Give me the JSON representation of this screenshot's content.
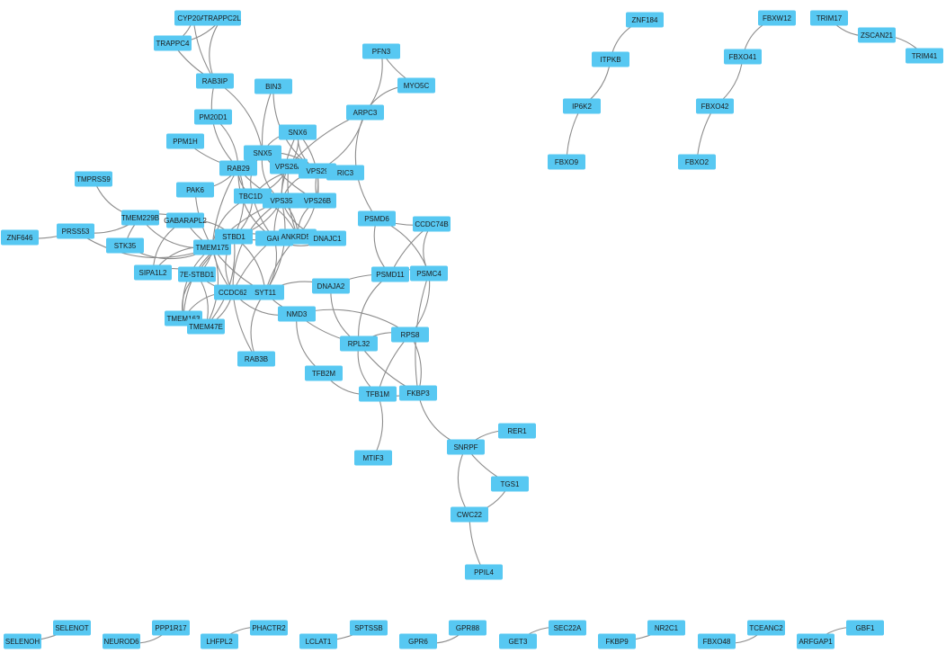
{
  "colors": {
    "node": "#57c8f2",
    "edge": "#8c8c8c",
    "label": "#1a1a1a"
  },
  "nodes": [
    {
      "id": "CYP20A1",
      "label": "CYP20A1"
    },
    {
      "id": "TRAPPC2L",
      "label": "TRAPPC2L"
    },
    {
      "id": "TRAPPC4",
      "label": "TRAPPC4"
    },
    {
      "id": "RAB3IP",
      "label": "RAB3IP"
    },
    {
      "id": "BIN3",
      "label": "BIN3"
    },
    {
      "id": "PFN3",
      "label": "PFN3"
    },
    {
      "id": "MYO5C",
      "label": "MYO5C"
    },
    {
      "id": "ARPC3",
      "label": "ARPC3"
    },
    {
      "id": "PM20D1",
      "label": "PM20D1"
    },
    {
      "id": "SNX6",
      "label": "SNX6"
    },
    {
      "id": "PPM1H",
      "label": "PPM1H"
    },
    {
      "id": "SNX5",
      "label": "SNX5"
    },
    {
      "id": "VPS26A",
      "label": "VPS26A"
    },
    {
      "id": "RAB29",
      "label": "RAB29"
    },
    {
      "id": "VPS29",
      "label": "VPS29"
    },
    {
      "id": "RIC3",
      "label": "RIC3"
    },
    {
      "id": "TMPRSS9",
      "label": "TMPRSS9"
    },
    {
      "id": "PAK6",
      "label": "PAK6"
    },
    {
      "id": "TBC1D5",
      "label": "TBC1D5"
    },
    {
      "id": "VPS35",
      "label": "VPS35"
    },
    {
      "id": "VPS26B",
      "label": "VPS26B"
    },
    {
      "id": "TMEM229B",
      "label": "TMEM229B"
    },
    {
      "id": "GABARAPL2",
      "label": "GABARAPL2"
    },
    {
      "id": "PSMD6",
      "label": "PSMD6"
    },
    {
      "id": "CCDC74B",
      "label": "CCDC74B"
    },
    {
      "id": "ZNF646",
      "label": "ZNF646"
    },
    {
      "id": "PRSS53",
      "label": "PRSS53"
    },
    {
      "id": "STBD1",
      "label": "STBD1"
    },
    {
      "id": "GAK",
      "label": "GAK"
    },
    {
      "id": "ANKRD50",
      "label": "ANKRD50"
    },
    {
      "id": "DNAJC1",
      "label": "DNAJC1"
    },
    {
      "id": "STK35",
      "label": "STK35"
    },
    {
      "id": "TMEM175",
      "label": "TMEM175"
    },
    {
      "id": "SIPA1L2",
      "label": "SIPA1L2"
    },
    {
      "id": "TE-STBD1",
      "label": "7E-STBD1"
    },
    {
      "id": "PSMD11",
      "label": "PSMD11"
    },
    {
      "id": "PSMC4",
      "label": "PSMC4"
    },
    {
      "id": "DNAJA2",
      "label": "DNAJA2"
    },
    {
      "id": "CCDC62",
      "label": "CCDC62"
    },
    {
      "id": "SYT11",
      "label": "SYT11"
    },
    {
      "id": "TMEM163",
      "label": "TMEM163"
    },
    {
      "id": "NMD3",
      "label": "NMD3"
    },
    {
      "id": "TMEM47E",
      "label": "TMEM47E"
    },
    {
      "id": "RPS8",
      "label": "RPS8"
    },
    {
      "id": "RPL32",
      "label": "RPL32"
    },
    {
      "id": "RAB3B",
      "label": "RAB3B"
    },
    {
      "id": "TFB2M",
      "label": "TFB2M"
    },
    {
      "id": "TFB1M",
      "label": "TFB1M"
    },
    {
      "id": "FKBP3",
      "label": "FKBP3"
    },
    {
      "id": "RER1",
      "label": "RER1"
    },
    {
      "id": "SNRPF",
      "label": "SNRPF"
    },
    {
      "id": "MTIF3",
      "label": "MTIF3"
    },
    {
      "id": "TGS1",
      "label": "TGS1"
    },
    {
      "id": "CWC22",
      "label": "CWC22"
    },
    {
      "id": "PPIL4",
      "label": "PPIL4"
    },
    {
      "id": "ZNF184",
      "label": "ZNF184"
    },
    {
      "id": "ITPKB",
      "label": "ITPKB"
    },
    {
      "id": "IP6K2",
      "label": "IP6K2"
    },
    {
      "id": "FBXO9",
      "label": "FBXO9"
    },
    {
      "id": "FBXW12",
      "label": "FBXW12"
    },
    {
      "id": "FBXO41",
      "label": "FBXO41"
    },
    {
      "id": "FBXO42",
      "label": "FBXO42"
    },
    {
      "id": "FBXO2",
      "label": "FBXO2"
    },
    {
      "id": "TRIM17",
      "label": "TRIM17"
    },
    {
      "id": "ZSCAN21",
      "label": "ZSCAN21"
    },
    {
      "id": "TRIM41",
      "label": "TRIM41"
    },
    {
      "id": "SELENOH",
      "label": "SELENOH"
    },
    {
      "id": "SELENOT",
      "label": "SELENOT"
    },
    {
      "id": "NEUROD6",
      "label": "NEUROD6"
    },
    {
      "id": "PPP1R17",
      "label": "PPP1R17"
    },
    {
      "id": "LHFPL2",
      "label": "LHFPL2"
    },
    {
      "id": "PHACTR2",
      "label": "PHACTR2"
    },
    {
      "id": "LCLAT1",
      "label": "LCLAT1"
    },
    {
      "id": "SPTSSB",
      "label": "SPTSSB"
    },
    {
      "id": "GPR6",
      "label": "GPR6"
    },
    {
      "id": "GPR88",
      "label": "GPR88"
    },
    {
      "id": "GET3",
      "label": "GET3"
    },
    {
      "id": "SEC22A",
      "label": "SEC22A"
    },
    {
      "id": "FKBP9",
      "label": "FKBP9"
    },
    {
      "id": "NR2C1",
      "label": "NR2C1"
    },
    {
      "id": "FBXO48",
      "label": "FBXO48"
    },
    {
      "id": "TCEANC2",
      "label": "TCEANC2"
    },
    {
      "id": "ARFGAP1",
      "label": "ARFGAP1"
    },
    {
      "id": "GBF1",
      "label": "GBF1"
    }
  ],
  "edges": [
    [
      "CYP20A1",
      "TRAPPC2L"
    ],
    [
      "CYP20A1",
      "TRAPPC4"
    ],
    [
      "CYP20A1",
      "RAB3IP"
    ],
    [
      "TRAPPC2L",
      "RAB3IP"
    ],
    [
      "TRAPPC2L",
      "TRAPPC4"
    ],
    [
      "TRAPPC4",
      "RAB3IP"
    ],
    [
      "RAB3IP",
      "RAB29"
    ],
    [
      "RAB3IP",
      "SNX5"
    ],
    [
      "BIN3",
      "SNX5"
    ],
    [
      "BIN3",
      "VPS29"
    ],
    [
      "PFN3",
      "ARPC3"
    ],
    [
      "PFN3",
      "MYO5C"
    ],
    [
      "MYO5C",
      "ARPC3"
    ],
    [
      "ARPC3",
      "VPS29"
    ],
    [
      "ARPC3",
      "VPS26A"
    ],
    [
      "ARPC3",
      "PSMD6"
    ],
    [
      "PM20D1",
      "RAB29"
    ],
    [
      "PPM1H",
      "RAB29"
    ],
    [
      "SNX6",
      "SNX5"
    ],
    [
      "SNX6",
      "VPS26A"
    ],
    [
      "SNX6",
      "VPS35"
    ],
    [
      "SNX6",
      "VPS29"
    ],
    [
      "SNX6",
      "VPS26B"
    ],
    [
      "SNX5",
      "VPS26A"
    ],
    [
      "SNX5",
      "VPS35"
    ],
    [
      "SNX5",
      "VPS29"
    ],
    [
      "SNX5",
      "VPS26B"
    ],
    [
      "SNX5",
      "TBC1D5"
    ],
    [
      "RAB29",
      "SNX5"
    ],
    [
      "RAB29",
      "VPS35"
    ],
    [
      "RAB29",
      "TBC1D5"
    ],
    [
      "RAB29",
      "STBD1"
    ],
    [
      "RAB29",
      "TMEM175"
    ],
    [
      "RAB29",
      "GAK"
    ],
    [
      "RAB29",
      "PAK6"
    ],
    [
      "VPS26A",
      "VPS35"
    ],
    [
      "VPS26A",
      "VPS29"
    ],
    [
      "VPS26A",
      "TBC1D5"
    ],
    [
      "VPS26A",
      "ANKRD50"
    ],
    [
      "VPS29",
      "VPS35"
    ],
    [
      "VPS29",
      "RIC3"
    ],
    [
      "VPS29",
      "VPS26B"
    ],
    [
      "VPS29",
      "TBC1D5"
    ],
    [
      "VPS29",
      "ANKRD50"
    ],
    [
      "VPS35",
      "VPS26B"
    ],
    [
      "VPS35",
      "TBC1D5"
    ],
    [
      "VPS35",
      "ANKRD50"
    ],
    [
      "VPS35",
      "GAK"
    ],
    [
      "VPS35",
      "DNAJC1"
    ],
    [
      "VPS35",
      "STBD1"
    ],
    [
      "VPS35",
      "TMEM175"
    ],
    [
      "VPS35",
      "CCDC62"
    ],
    [
      "VPS35",
      "SYT11"
    ],
    [
      "VPS26B",
      "TBC1D5"
    ],
    [
      "VPS26B",
      "ANKRD50"
    ],
    [
      "TBC1D5",
      "STBD1"
    ],
    [
      "TBC1D5",
      "GAK"
    ],
    [
      "TBC1D5",
      "TMEM175"
    ],
    [
      "TBC1D5",
      "ANKRD50"
    ],
    [
      "PAK6",
      "TMEM175"
    ],
    [
      "TMPRSS9",
      "TMEM229B"
    ],
    [
      "TMEM229B",
      "PRSS53"
    ],
    [
      "TMEM229B",
      "STK35"
    ],
    [
      "TMEM229B",
      "TMEM175"
    ],
    [
      "TMEM229B",
      "GABARAPL2"
    ],
    [
      "ZNF646",
      "PRSS53"
    ],
    [
      "PRSS53",
      "TMEM175"
    ],
    [
      "GABARAPL2",
      "STBD1"
    ],
    [
      "GABARAPL2",
      "TMEM175"
    ],
    [
      "GABARAPL2",
      "SIPA1L2"
    ],
    [
      "STBD1",
      "TMEM175"
    ],
    [
      "STBD1",
      "GAK"
    ],
    [
      "STBD1",
      "CCDC62"
    ],
    [
      "STBD1",
      "SYT11"
    ],
    [
      "STBD1",
      "TE-STBD1"
    ],
    [
      "STBD1",
      "TMEM163"
    ],
    [
      "STBD1",
      "TMEM47E"
    ],
    [
      "GAK",
      "ANKRD50"
    ],
    [
      "GAK",
      "TMEM175"
    ],
    [
      "GAK",
      "SYT11"
    ],
    [
      "GAK",
      "CCDC62"
    ],
    [
      "GAK",
      "DNAJC1"
    ],
    [
      "ANKRD50",
      "DNAJC1"
    ],
    [
      "ANKRD50",
      "SYT11"
    ],
    [
      "TMEM175",
      "SIPA1L2"
    ],
    [
      "TMEM175",
      "TE-STBD1"
    ],
    [
      "TMEM175",
      "CCDC62"
    ],
    [
      "TMEM175",
      "TMEM163"
    ],
    [
      "TMEM175",
      "TMEM47E"
    ],
    [
      "TMEM175",
      "SYT11"
    ],
    [
      "STK35",
      "TMEM175"
    ],
    [
      "SIPA1L2",
      "TE-STBD1"
    ],
    [
      "TE-STBD1",
      "CCDC62"
    ],
    [
      "TE-STBD1",
      "TMEM163"
    ],
    [
      "TE-STBD1",
      "TMEM47E"
    ],
    [
      "CCDC62",
      "SYT11"
    ],
    [
      "CCDC62",
      "TMEM163"
    ],
    [
      "CCDC62",
      "TMEM47E"
    ],
    [
      "CCDC62",
      "RAB3B"
    ],
    [
      "CCDC62",
      "NMD3"
    ],
    [
      "TMEM163",
      "TMEM47E"
    ],
    [
      "SYT11",
      "NMD3"
    ],
    [
      "SYT11",
      "RAB3B"
    ],
    [
      "SYT11",
      "DNAJA2"
    ],
    [
      "NMD3",
      "RPL32"
    ],
    [
      "NMD3",
      "TFB2M"
    ],
    [
      "NMD3",
      "RPS8"
    ],
    [
      "PSMD6",
      "CCDC74B"
    ],
    [
      "PSMD6",
      "PSMD11"
    ],
    [
      "PSMD6",
      "PSMC4"
    ],
    [
      "CCDC74B",
      "PSMD11"
    ],
    [
      "CCDC74B",
      "PSMC4"
    ],
    [
      "PSMD11",
      "PSMC4"
    ],
    [
      "PSMD11",
      "DNAJA2"
    ],
    [
      "PSMD11",
      "RPL32"
    ],
    [
      "PSMC4",
      "RPS8"
    ],
    [
      "PSMC4",
      "FKBP3"
    ],
    [
      "DNAJA2",
      "RPL32"
    ],
    [
      "RPL32",
      "RPS8"
    ],
    [
      "RPL32",
      "FKBP3"
    ],
    [
      "RPL32",
      "TFB1M"
    ],
    [
      "RPS8",
      "FKBP3"
    ],
    [
      "RPS8",
      "TFB1M"
    ],
    [
      "TFB2M",
      "TFB1M"
    ],
    [
      "TFB1M",
      "MTIF3"
    ],
    [
      "TFB1M",
      "FKBP3"
    ],
    [
      "FKBP3",
      "SNRPF"
    ],
    [
      "SNRPF",
      "RER1"
    ],
    [
      "SNRPF",
      "TGS1"
    ],
    [
      "SNRPF",
      "CWC22"
    ],
    [
      "TGS1",
      "CWC22"
    ],
    [
      "CWC22",
      "PPIL4"
    ],
    [
      "ZNF184",
      "ITPKB"
    ],
    [
      "ITPKB",
      "IP6K2"
    ],
    [
      "IP6K2",
      "FBXO9"
    ],
    [
      "FBXW12",
      "FBXO41"
    ],
    [
      "FBXO41",
      "FBXO42"
    ],
    [
      "FBXO42",
      "FBXO2"
    ],
    [
      "TRIM17",
      "ZSCAN21"
    ],
    [
      "ZSCAN21",
      "TRIM41"
    ],
    [
      "SELENOH",
      "SELENOT"
    ],
    [
      "NEUROD6",
      "PPP1R17"
    ],
    [
      "LHFPL2",
      "PHACTR2"
    ],
    [
      "LCLAT1",
      "SPTSSB"
    ],
    [
      "GPR6",
      "GPR88"
    ],
    [
      "GET3",
      "SEC22A"
    ],
    [
      "FKBP9",
      "NR2C1"
    ],
    [
      "FBXO48",
      "TCEANC2"
    ],
    [
      "ARFGAP1",
      "GBF1"
    ]
  ]
}
